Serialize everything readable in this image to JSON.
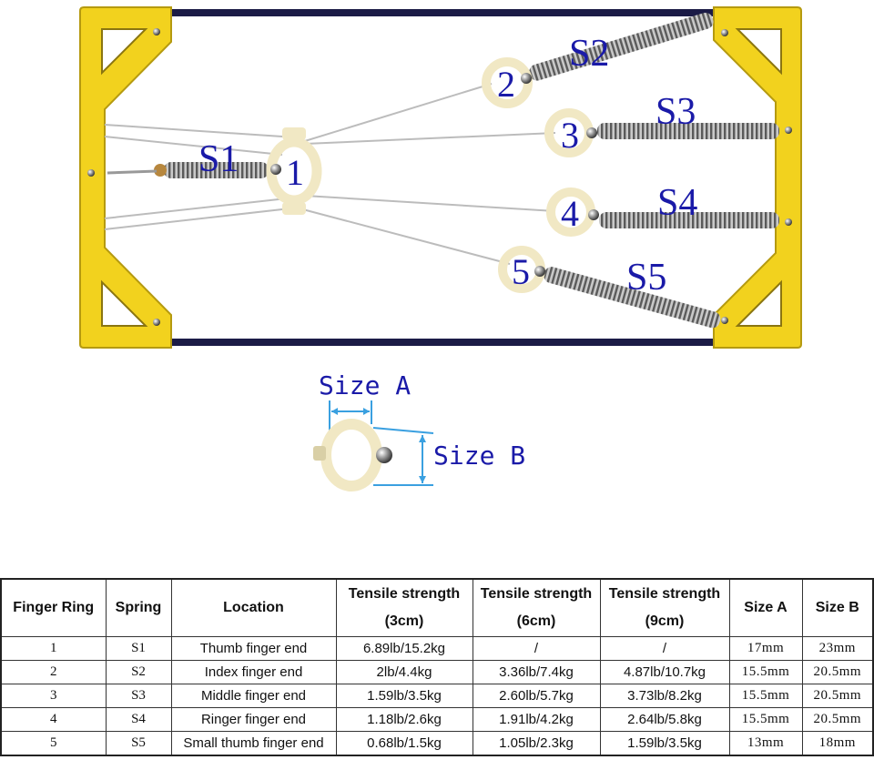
{
  "diagram": {
    "ring_labels": [
      "1",
      "2",
      "3",
      "4",
      "5"
    ],
    "spring_labels": [
      "S1",
      "S2",
      "S3",
      "S4",
      "S5"
    ]
  },
  "ring_detail": {
    "size_a_label": "Size A",
    "size_b_label": "Size B"
  },
  "colors": {
    "frame_yellow": "#f2d21e",
    "frame_rail": "#1b1b46",
    "label_blue": "#1a1aa8",
    "ring_cream": "#f1e8c4"
  },
  "table": {
    "headers": [
      {
        "line1": "Finger Ring",
        "line2": ""
      },
      {
        "line1": "Spring",
        "line2": ""
      },
      {
        "line1": "Location",
        "line2": ""
      },
      {
        "line1": "Tensile strength",
        "line2": "(3cm)"
      },
      {
        "line1": "Tensile strength",
        "line2": "(6cm)"
      },
      {
        "line1": "Tensile strength",
        "line2": "(9cm)"
      },
      {
        "line1": "Size A",
        "line2": ""
      },
      {
        "line1": "Size B",
        "line2": ""
      }
    ],
    "rows": [
      [
        "1",
        "S1",
        "Thumb finger end",
        "6.89lb/15.2kg",
        "/",
        "/",
        "17mm",
        "23mm"
      ],
      [
        "2",
        "S2",
        "Index finger end",
        "2lb/4.4kg",
        "3.36lb/7.4kg",
        "4.87lb/10.7kg",
        "15.5mm",
        "20.5mm"
      ],
      [
        "3",
        "S3",
        "Middle finger end",
        "1.59lb/3.5kg",
        "2.60lb/5.7kg",
        "3.73lb/8.2kg",
        "15.5mm",
        "20.5mm"
      ],
      [
        "4",
        "S4",
        "Ringer finger end",
        "1.18lb/2.6kg",
        "1.91lb/4.2kg",
        "2.64lb/5.8kg",
        "15.5mm",
        "20.5mm"
      ],
      [
        "5",
        "S5",
        "Small thumb finger end",
        "0.68lb/1.5kg",
        "1.05lb/2.3kg",
        "1.59lb/3.5kg",
        "13mm",
        "18mm"
      ]
    ]
  }
}
